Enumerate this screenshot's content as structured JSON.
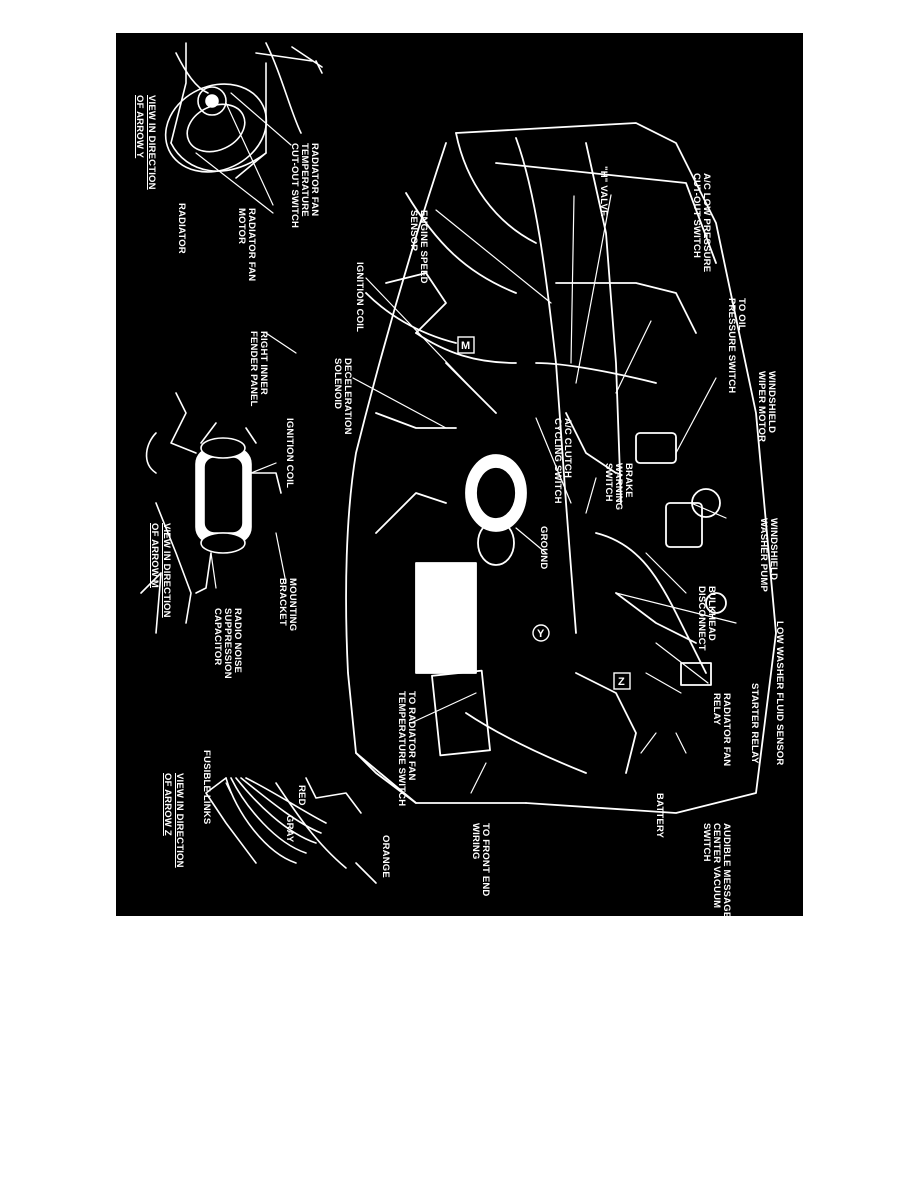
{
  "diagram": {
    "colors": {
      "background": "#000000",
      "ink": "#ffffff",
      "page": "#ffffff"
    },
    "views": {
      "y": {
        "line1": "VIEW IN DIRECTION",
        "line2": "OF ARROW Y"
      },
      "m": {
        "line1": "VIEW IN DIRECTION",
        "line2": "OF ARROW M"
      },
      "z": {
        "line1": "VIEW IN DIRECTION",
        "line2": "OF ARROW Z"
      }
    },
    "labels": {
      "radiator_fan_temp_switch": "RADIATOR FAN\nTEMPERATURE\nCUT-OUT SWITCH",
      "radiator_fan_motor": "RADIATOR FAN\nMOTOR",
      "radiator": "RADIATOR",
      "engine_speed_sensor": "ENGINE SPEED\nSENSOR",
      "h_valve": "\"H\" VALVE",
      "ac_low_pressure": "A/C LOW PRESSURE\nCUT-OUT SWITCH",
      "to_oil_pressure": "TO OIL\nPRESSURE SWITCH",
      "windshield_wiper_motor": "WINDSHIELD\nWIPER MOTOR",
      "ignition_coil": "IGNITION COIL",
      "deceleration_solenoid": "DECELERATION\nSOLENOID",
      "ac_clutch_cycling": "A/C CLUTCH\nCYCLING SWITCH",
      "brake_warning": "BRAKE\nWARNING\nSWITCH",
      "windshield_washer_pump": "WINDSHIELD\nWASHER PUMP",
      "right_inner_fender": "RIGHT INNER\nFENDER PANEL",
      "ignition_coil_m": "IGNITION COIL",
      "mounting_bracket": "MOUNTING\nBRACKET",
      "radio_noise": "RADIO NOISE\nSUPPRESSION\nCAPACITOR",
      "ground": "GROUND",
      "bulkhead_disconnect": "BULKHEAD\nDISCONNECT",
      "low_washer_fluid": "LOW WASHER FLUID SENSOR",
      "starter_relay": "STARTER RELAY",
      "radiator_fan_relay": "RADIATOR FAN\nRELAY",
      "to_radiator_fan_temp": "TO RADIATOR FAN\nTEMPERATURE SWITCH",
      "battery": "BATTERY",
      "audible_message": "AUDIBLE MESSAGE\nCENTER VACUUM\nSWITCH",
      "to_front_end_wiring": "TO FRONT END\nWIRING",
      "fusible_links": "FUSIBLE LINKS",
      "red": "RED",
      "gray": "GRAY",
      "orange": "ORANGE"
    },
    "arrow_markers": {
      "m": "M",
      "y": "Y",
      "z": "Z"
    }
  }
}
